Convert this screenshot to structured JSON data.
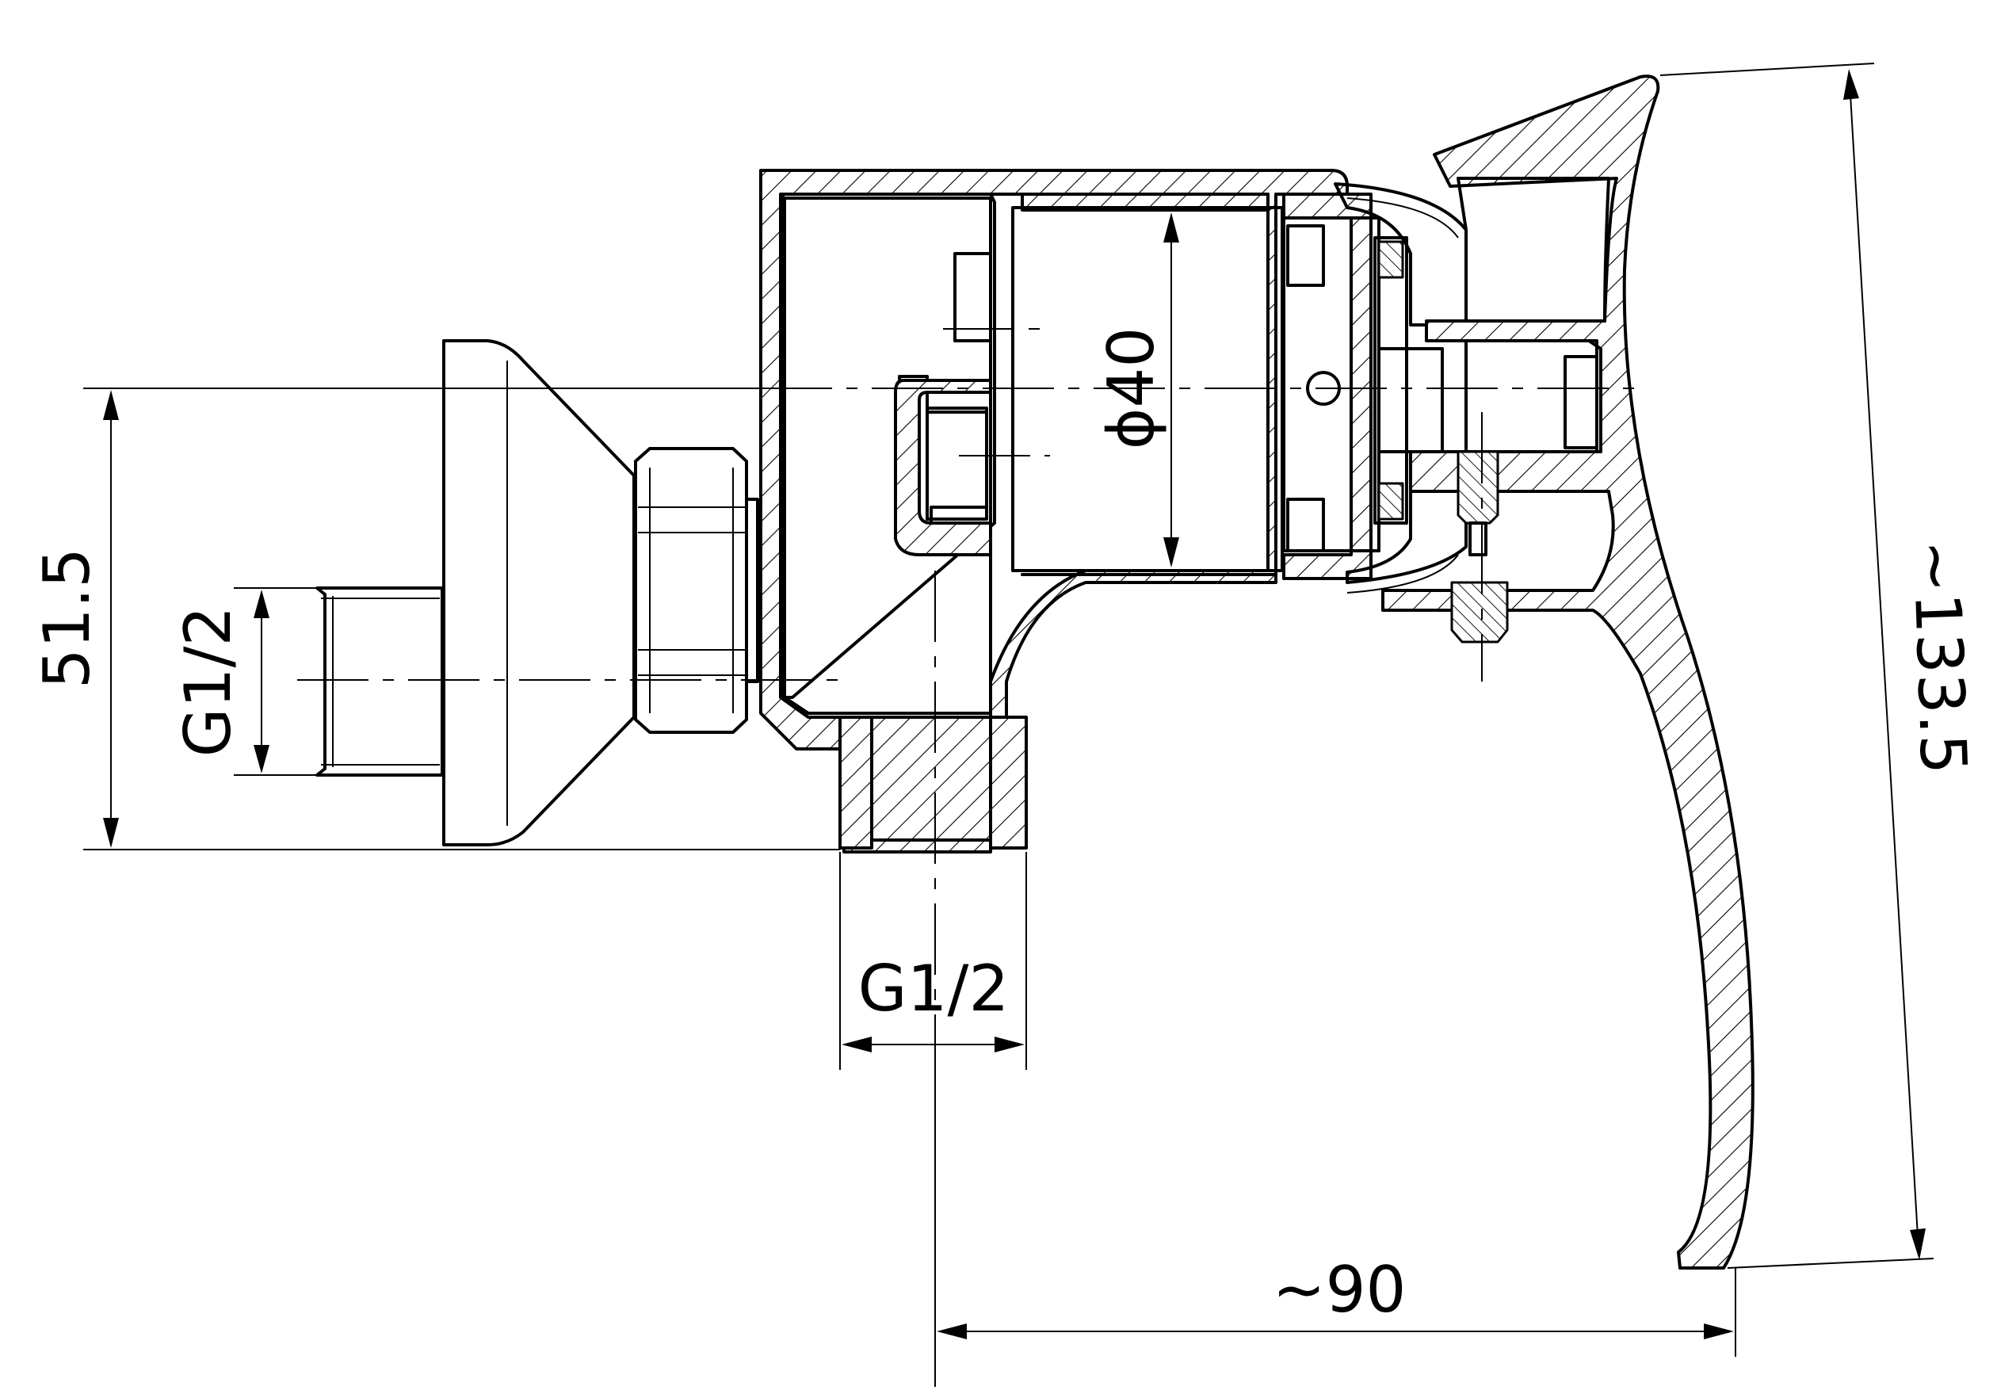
{
  "dimensions": {
    "height_offset": "51.5",
    "inlet_thread_left": "G1/2",
    "inlet_thread_bottom": "G1/2",
    "cartridge_diameter": "ϕ40",
    "overall_height": "~133.5",
    "overall_length": "~90"
  }
}
